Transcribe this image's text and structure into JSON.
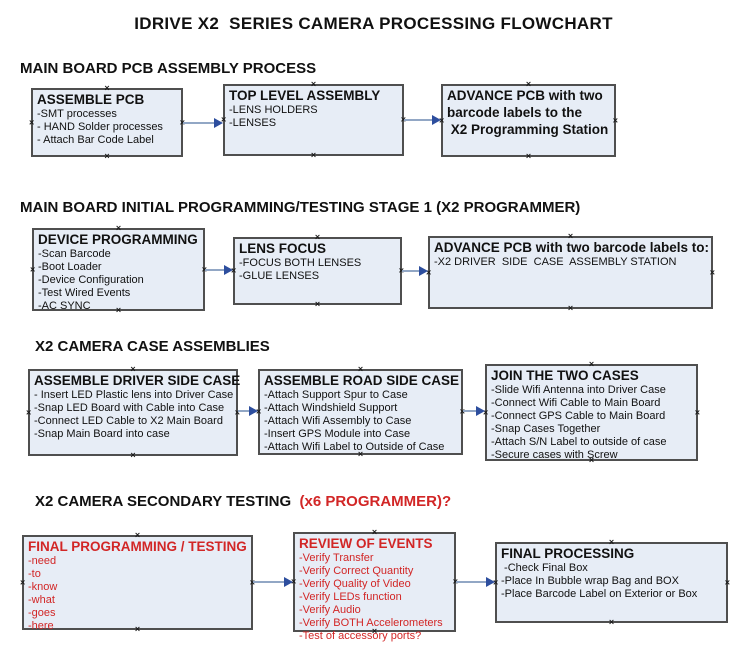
{
  "title": "IDRIVE X2  SERIES CAMERA PROCESSING FLOWCHART",
  "colors": {
    "box_fill": "#e7edf6",
    "box_border": "#4f4f4f",
    "accent_red": "#d22626",
    "arrow_line": "#92a7c5",
    "arrow_head": "#2d4e9e"
  },
  "sections": [
    {
      "heading": "MAIN BOARD PCB ASSEMBLY PROCESS",
      "boxes": [
        {
          "title": "ASSEMBLE PCB",
          "lines": [
            "-SMT processes",
            "- HAND Solder processes",
            "- Attach Bar Code Label"
          ]
        },
        {
          "title": "TOP LEVEL ASSEMBLY",
          "lines": [
            "-LENS HOLDERS",
            "-LENSES"
          ]
        },
        {
          "title": "ADVANCE PCB with two",
          "lines": [
            "barcode labels to the",
            " X2 Programming Station"
          ]
        }
      ]
    },
    {
      "heading": "MAIN BOARD INITIAL PROGRAMMING/TESTING STAGE 1 (X2 PROGRAMMER)",
      "boxes": [
        {
          "title": "DEVICE PROGRAMMING",
          "lines": [
            "-Scan Barcode",
            "-Boot Loader",
            "-Device Configuration",
            "-Test Wired Events",
            "-AC SYNC"
          ]
        },
        {
          "title": "LENS FOCUS",
          "lines": [
            "-FOCUS BOTH LENSES",
            "-GLUE LENSES"
          ]
        },
        {
          "title": "ADVANCE PCB with two barcode labels to:",
          "lines": [
            "-X2 DRIVER  SIDE  CASE  ASSEMBLY STATION"
          ]
        }
      ]
    },
    {
      "heading": "X2 CAMERA CASE ASSEMBLIES",
      "boxes": [
        {
          "title": "ASSEMBLE DRIVER SIDE CASE",
          "lines": [
            "- Insert LED Plastic lens into Driver Case",
            "-Snap LED Board with Cable into Case",
            "-Connect LED Cable to X2 Main Board",
            "-Snap Main Board into case"
          ]
        },
        {
          "title": "ASSEMBLE ROAD SIDE CASE",
          "lines": [
            "-Attach Support Spur to Case",
            "-Attach Windshield Support",
            "-Attach Wifi Assembly to Case",
            "-Insert GPS Module into Case",
            "-Attach Wifi Label to Outside of Case"
          ]
        },
        {
          "title": "JOIN THE TWO CASES",
          "lines": [
            "-Slide Wifi Antenna into Driver Case",
            "-Connect Wifi Cable to Main Board",
            "-Connect GPS Cable to Main Board",
            "-Snap Cases Together",
            "-Attach S/N Label to outside of case",
            "-Secure cases with Screw"
          ]
        }
      ]
    },
    {
      "heading_main": "X2 CAMERA SECONDARY TESTING",
      "heading_accent": "  (x6 PROGRAMMER)?",
      "boxes": [
        {
          "title": "FINAL PROGRAMMING / TESTING",
          "lines": [
            "-need",
            "-to",
            "-know",
            "-what",
            "-goes",
            "-here"
          ]
        },
        {
          "title": "REVIEW OF EVENTS",
          "lines": [
            "-Verify Transfer",
            "-Verify Correct Quantity",
            "-Verify Quality of Video",
            "-Verify LEDs function",
            "-Verify Audio",
            "-Verify BOTH Accelerometers",
            "-Test of accessory ports?"
          ]
        },
        {
          "title": "FINAL PROCESSING",
          "lines": [
            " -Check Final Box",
            "-Place In Bubble wrap Bag and BOX",
            "-Place Barcode Label on Exterior or Box"
          ]
        }
      ]
    }
  ]
}
